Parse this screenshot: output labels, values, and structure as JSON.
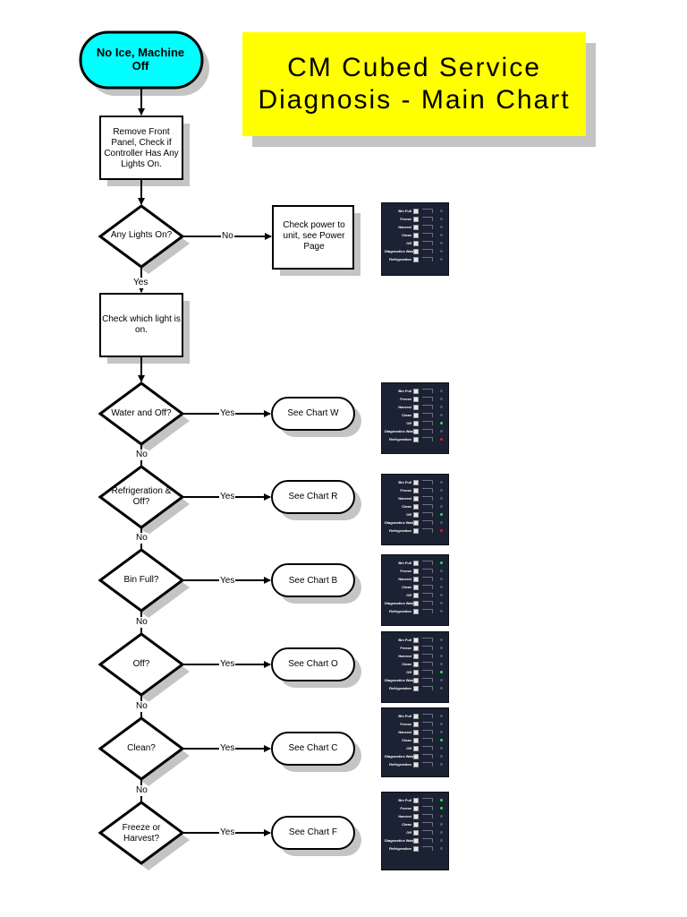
{
  "title": {
    "line1": "CM Cubed Service",
    "line2": "Diagnosis - Main Chart"
  },
  "start": {
    "line1": "No Ice, Machine",
    "line2": "Off"
  },
  "steps": {
    "remove_panel": "Remove Front Panel, Check if Controller Has Any Lights On.",
    "check_power": "Check power to unit, see Power Page",
    "check_light": "Check which light is on."
  },
  "decisions": [
    {
      "id": "any_lights",
      "text": "Any Lights On?",
      "branch_right": "No",
      "branch_down": "Yes"
    },
    {
      "id": "water_off",
      "text": "Water and Off?",
      "branch_right": "Yes",
      "branch_down": "No",
      "target": "See Chart W"
    },
    {
      "id": "refrig_off",
      "text": "Refrigeration & Off?",
      "branch_right": "Yes",
      "branch_down": "No",
      "target": "See Chart R"
    },
    {
      "id": "bin_full",
      "text": "Bin Full?",
      "branch_right": "Yes",
      "branch_down": "No",
      "target": "See Chart B"
    },
    {
      "id": "off",
      "text": "Off?",
      "branch_right": "Yes",
      "branch_down": "No",
      "target": "See Chart O"
    },
    {
      "id": "clean",
      "text": "Clean?",
      "branch_right": "Yes",
      "branch_down": "No",
      "target": "See Chart C"
    },
    {
      "id": "freeze_harvest",
      "text": "Freeze or Harvest?",
      "branch_right": "Yes",
      "target": "See Chart F"
    }
  ],
  "panel_labels": [
    "Bin Full",
    "Freeze",
    "Harvest",
    "Clean",
    "Off",
    "Diagnostics Water",
    "Refrigeration"
  ],
  "panels": [
    {
      "lit": []
    },
    {
      "lit": [
        {
          "row": 4,
          "color": "green"
        },
        {
          "row": 6,
          "color": "red"
        }
      ]
    },
    {
      "lit": [
        {
          "row": 4,
          "color": "green"
        },
        {
          "row": 6,
          "color": "red"
        }
      ]
    },
    {
      "lit": [
        {
          "row": 0,
          "color": "green"
        }
      ]
    },
    {
      "lit": [
        {
          "row": 4,
          "color": "green"
        }
      ]
    },
    {
      "lit": [
        {
          "row": 3,
          "color": "green"
        }
      ]
    },
    {
      "lit": [
        {
          "row": 0,
          "color": "green"
        },
        {
          "row": 1,
          "color": "green"
        }
      ]
    }
  ],
  "colors": {
    "start_fill": "#00ffff",
    "title_fill": "#ffff00",
    "shadow": "#c4c4c4",
    "lit_green": "#2fe05a",
    "lit_red": "#e02020"
  }
}
